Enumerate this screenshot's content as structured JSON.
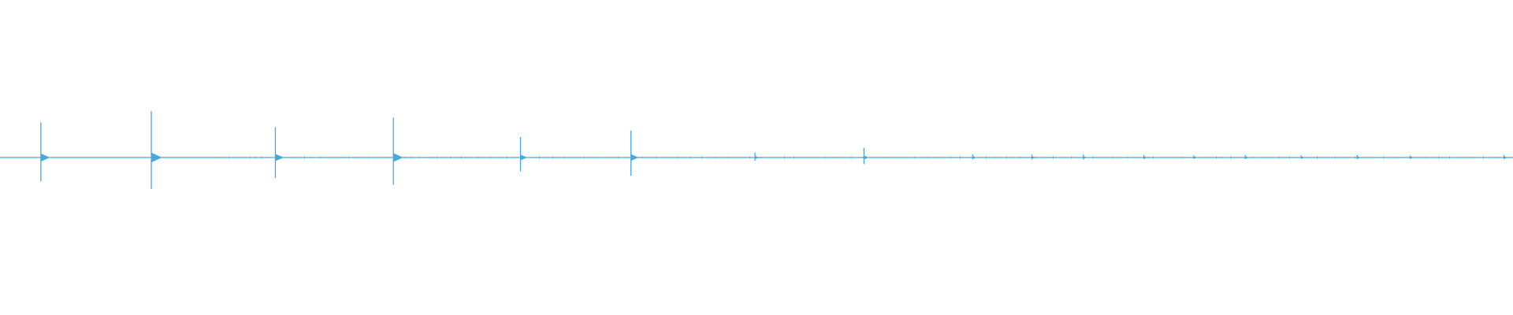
{
  "waveform": {
    "color": "#4aa8d8",
    "background": "#ffffff",
    "peaks": [
      {
        "t": 0.027,
        "amp": 0.72
      },
      {
        "t": 0.1,
        "amp": 0.95
      },
      {
        "t": 0.182,
        "amp": 0.62
      },
      {
        "t": 0.26,
        "amp": 0.82
      },
      {
        "t": 0.344,
        "amp": 0.42
      },
      {
        "t": 0.417,
        "amp": 0.55
      },
      {
        "t": 0.499,
        "amp": 0.1
      },
      {
        "t": 0.571,
        "amp": 0.2
      },
      {
        "t": 0.643,
        "amp": 0.06
      },
      {
        "t": 0.682,
        "amp": 0.06
      },
      {
        "t": 0.716,
        "amp": 0.06
      },
      {
        "t": 0.756,
        "amp": 0.05
      },
      {
        "t": 0.789,
        "amp": 0.04
      },
      {
        "t": 0.823,
        "amp": 0.05
      },
      {
        "t": 0.86,
        "amp": 0.04
      },
      {
        "t": 0.897,
        "amp": 0.05
      },
      {
        "t": 0.932,
        "amp": 0.04
      },
      {
        "t": 0.994,
        "amp": 0.05
      }
    ]
  }
}
